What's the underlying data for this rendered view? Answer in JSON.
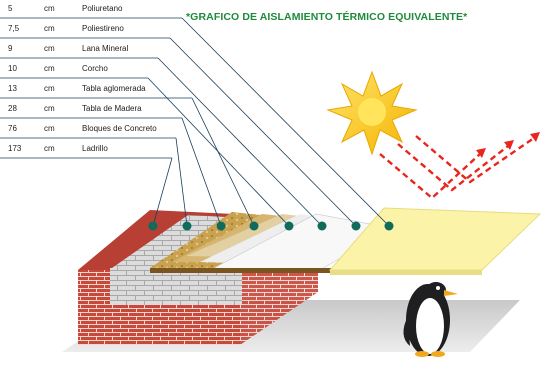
{
  "title": "*GRAFICO DE AISLAMIENTO TÉRMICO EQUIVALENTE*",
  "legend": [
    {
      "value": "5",
      "unit": "cm",
      "material": "Poliuretano"
    },
    {
      "value": "7,5",
      "unit": "cm",
      "material": "Poliestireno"
    },
    {
      "value": "9",
      "unit": "cm",
      "material": "Lana Mineral"
    },
    {
      "value": "10",
      "unit": "cm",
      "material": "Corcho"
    },
    {
      "value": "13",
      "unit": "cm",
      "material": "Tabla aglomerada"
    },
    {
      "value": "28",
      "unit": "cm",
      "material": "Tabla de Madera"
    },
    {
      "value": "76",
      "unit": "cm",
      "material": "Bloques de Concreto"
    },
    {
      "value": "173",
      "unit": "cm",
      "material": "Ladrillo"
    }
  ],
  "colors": {
    "title": "#1e8a3b",
    "leader_line": "#1a3f5c",
    "marker": "#0f6b5c",
    "brick": "#c8483a",
    "concrete": "#d9d9d9",
    "wood": "#c9a24f",
    "polyurethane": "#fbf4a8",
    "sun": "#f4c400",
    "arrows": "#e8261e"
  },
  "icons": [
    "sun-icon",
    "penguin-icon",
    "reflected-heat-arrows"
  ]
}
